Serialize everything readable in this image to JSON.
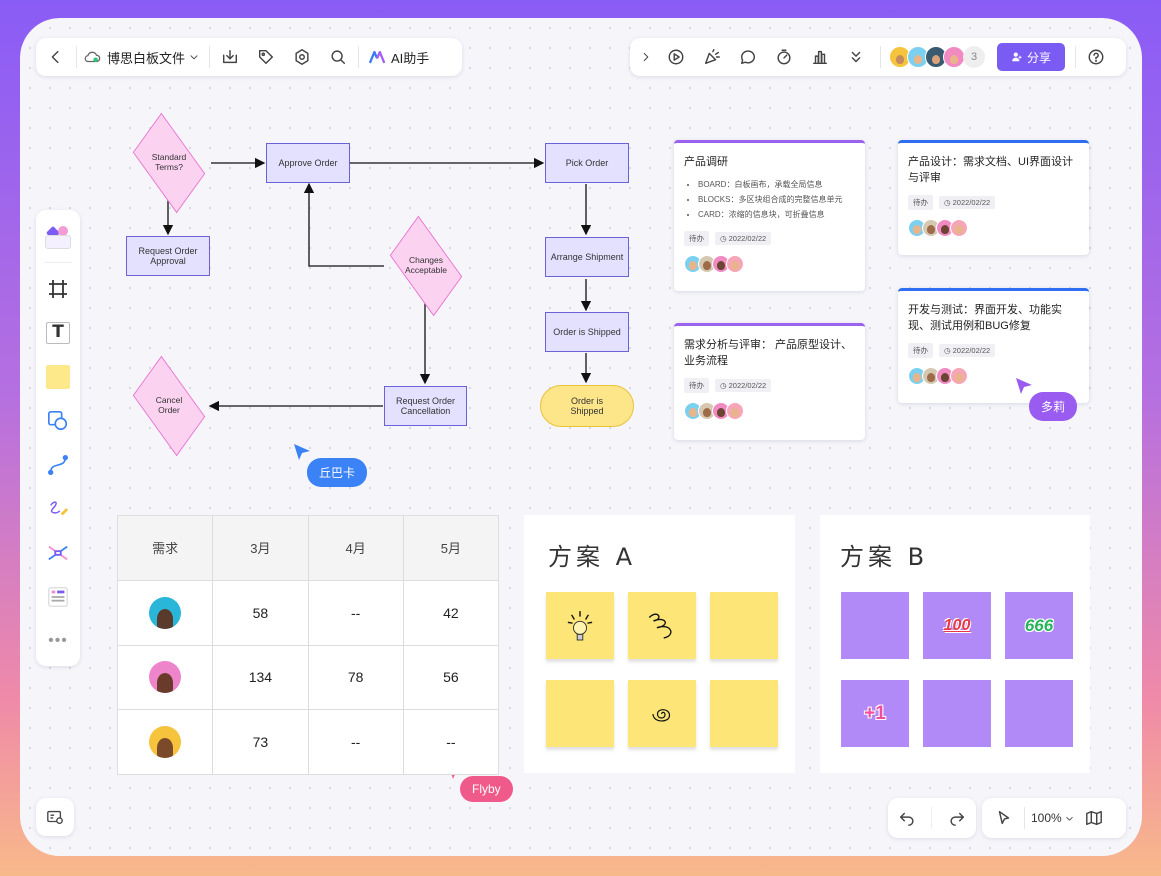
{
  "top_left": {
    "file_name": "博思白板文件",
    "ai_label": "AI助手"
  },
  "top_right": {
    "avatar_count": "3",
    "share_label": "分享"
  },
  "flowchart": {
    "standard_terms": "Standard Terms?",
    "approve_order": "Approve Order",
    "pick_order": "Pick Order",
    "request_approval": "Request Order Approval",
    "changes_acceptable": "Changes Acceptable",
    "arrange_shipment": "Arrange Shipment",
    "order_shipped": "Order is Shipped",
    "order_is_shipped_end": "Order is Shipped",
    "cancel_order": "Cancel Order",
    "request_cancellation": "Request Order Cancellation"
  },
  "cards": [
    {
      "title": "产品调研",
      "bullets": [
        "BOARD：白板画布，承载全局信息",
        "BLOCKS：多区块组合成的完整信息单元",
        "CARD：浓缩的信息块，可折叠信息"
      ],
      "status": "待办",
      "date": "2022/02/22"
    },
    {
      "title": "需求分析与评审： 产品原型设计、业务流程",
      "status": "待办",
      "date": "2022/02/22"
    },
    {
      "title": "产品设计：需求文档、UI界面设计与评审",
      "status": "待办",
      "date": "2022/02/22"
    },
    {
      "title": "开发与测试：界面开发、功能实现、测试用例和BUG修复",
      "status": "待办",
      "date": "2022/02/22"
    }
  ],
  "cursors": {
    "c1": "丘巴卡",
    "c2": "多莉",
    "c3": "Flyby"
  },
  "table": {
    "headers": [
      "需求",
      "3月",
      "4月",
      "5月"
    ],
    "rows": [
      [
        "58",
        "--",
        "42"
      ],
      [
        "134",
        "78",
        "56"
      ],
      [
        "73",
        "--",
        "--"
      ]
    ]
  },
  "plan_a": {
    "title": "方案 A"
  },
  "plan_b": {
    "title": "方案 B",
    "stickers": [
      "100",
      "666",
      "+1"
    ]
  },
  "zoom": "100%",
  "colors": {
    "accent": "#7a5cf5",
    "flow_box": "#e3e1ff",
    "flow_diamond": "#fbd3f1",
    "sticky_yellow": "#fde577",
    "sticky_purple": "#b18af7"
  }
}
